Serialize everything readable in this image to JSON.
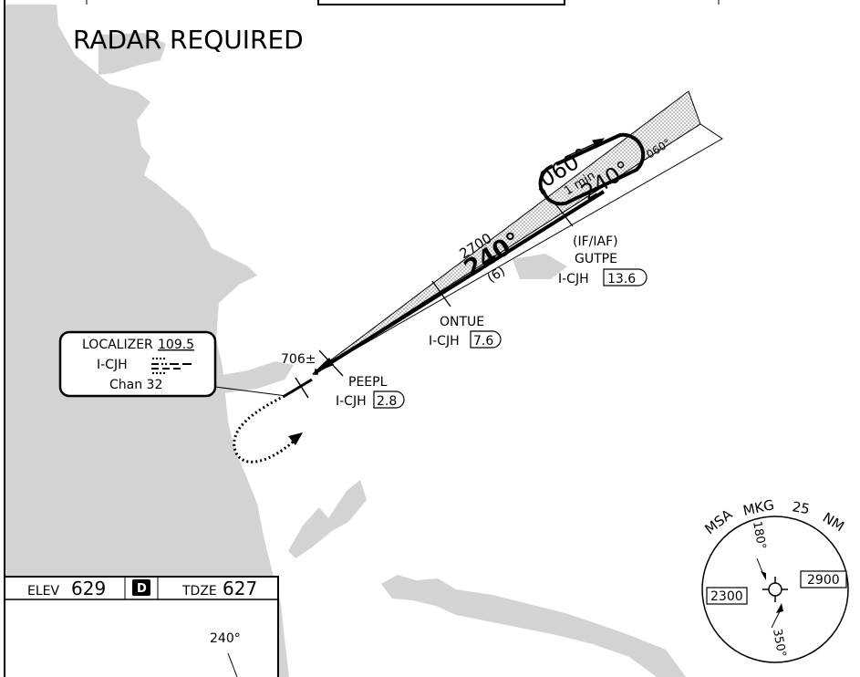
{
  "chart": {
    "title": "RADAR REQUIRED",
    "colors": {
      "land": "#d3d3d3",
      "ink": "#000000",
      "paper": "#ffffff"
    }
  },
  "localizer": {
    "label": "LOCALIZER",
    "freq": "109.5",
    "ident": "I-CJH",
    "channel": "Chan 32"
  },
  "fixes": {
    "gutpe": {
      "role": "(IF/IAF)",
      "name": "GUTPE",
      "dme_ident": "I-CJH",
      "dme": "13.6"
    },
    "ontue": {
      "name": "ONTUE",
      "dme_ident": "I-CJH",
      "dme": "7.6"
    },
    "peepl": {
      "name": "PEEPL",
      "dme_ident": "I-CJH",
      "dme": "2.8"
    }
  },
  "approach": {
    "inbound_course": "240°",
    "altitude": "2700",
    "distance": "(6)",
    "obstacle": "706±",
    "outbound_arrow": "060°"
  },
  "hold": {
    "outbound": "060°",
    "inbound": "240°",
    "leg_time": "1 min"
  },
  "msa": {
    "label_msa": "MSA",
    "label_fix": "MKG",
    "label_radius": "25",
    "label_unit": "NM",
    "sector_a_alt": "2300",
    "sector_b_alt": "2900",
    "bearing_a": "180°",
    "bearing_b": "350°"
  },
  "airport_box": {
    "elev_label": "ELEV",
    "elev_value": "629",
    "d_badge": "D",
    "tdze_label": "TDZE",
    "tdze_value": "627",
    "runway_heading": "240°"
  }
}
